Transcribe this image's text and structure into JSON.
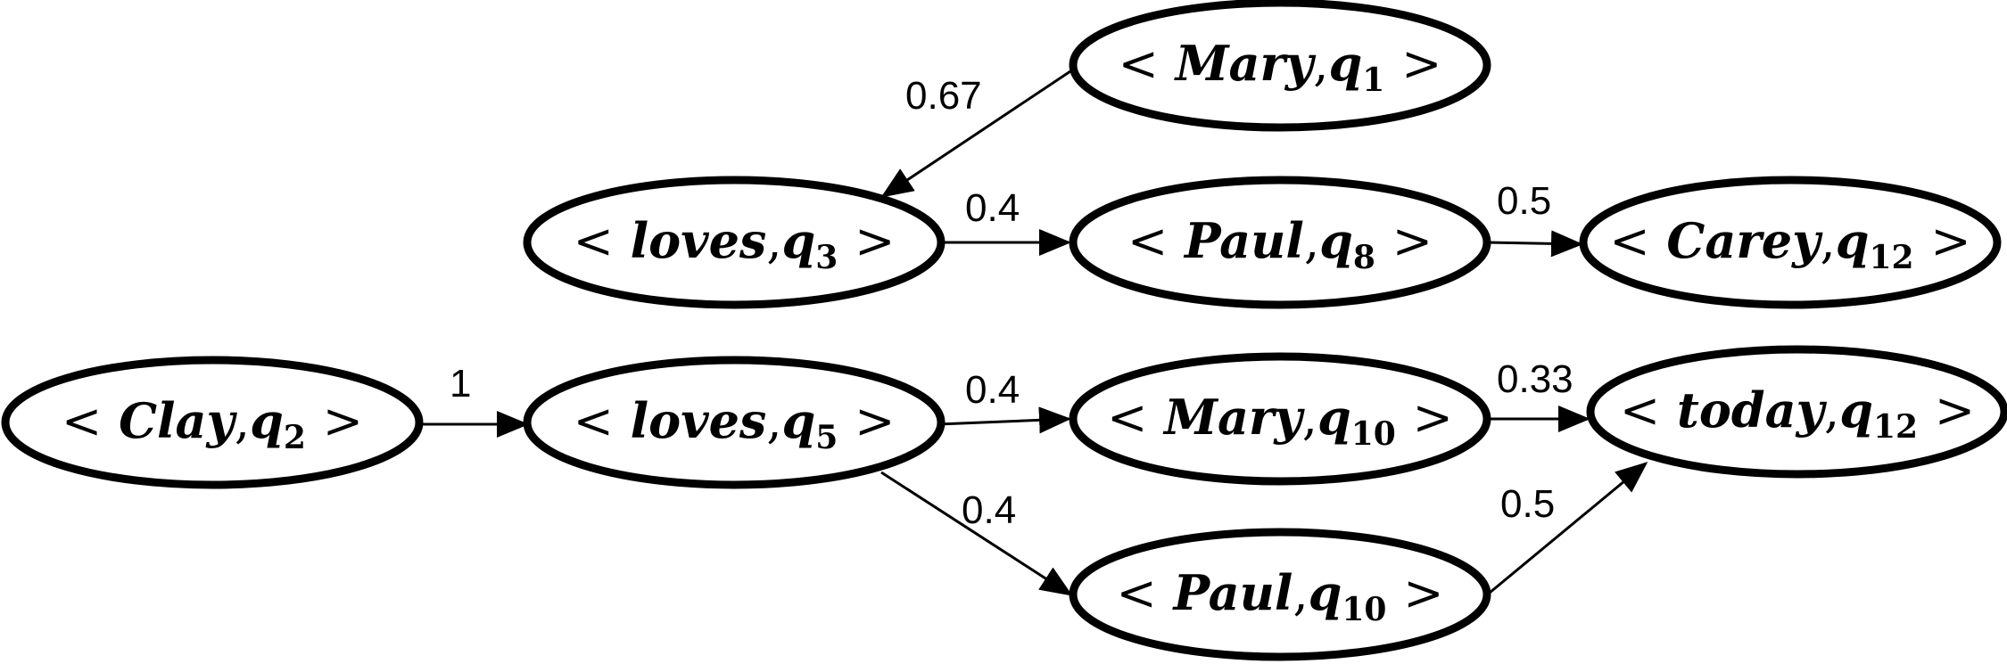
{
  "nodes": {
    "mary_q1": {
      "open": "<",
      "word": "Mary",
      "q": "q",
      "sub": "1",
      "close": ">"
    },
    "loves_q3": {
      "open": "<",
      "word": "loves",
      "q": "q",
      "sub": "3",
      "close": ">"
    },
    "paul_q8": {
      "open": "<",
      "word": "Paul",
      "q": "q",
      "sub": "8",
      "close": ">"
    },
    "carey_q12": {
      "open": "<",
      "word": "Carey",
      "q": "q",
      "sub": "12",
      "close": ">"
    },
    "clay_q2": {
      "open": "<",
      "word": "Clay",
      "q": "q",
      "sub": "2",
      "close": ">"
    },
    "loves_q5": {
      "open": "<",
      "word": "loves",
      "q": "q",
      "sub": "5",
      "close": ">"
    },
    "mary_q10": {
      "open": "<",
      "word": "Mary",
      "q": "q",
      "sub": "10",
      "close": ">"
    },
    "today_q12": {
      "open": "<",
      "word": "today",
      "q": "q",
      "sub": "12",
      "close": ">"
    },
    "paul_q10": {
      "open": "<",
      "word": "Paul",
      "q": "q",
      "sub": "10",
      "close": ">"
    }
  },
  "edges": [
    {
      "from": "mary_q1",
      "to": "loves_q3",
      "weight": "0.67"
    },
    {
      "from": "loves_q3",
      "to": "paul_q8",
      "weight": "0.4"
    },
    {
      "from": "paul_q8",
      "to": "carey_q12",
      "weight": "0.5"
    },
    {
      "from": "clay_q2",
      "to": "loves_q5",
      "weight": "1"
    },
    {
      "from": "loves_q5",
      "to": "mary_q10",
      "weight": "0.4"
    },
    {
      "from": "mary_q10",
      "to": "today_q12",
      "weight": "0.33"
    },
    {
      "from": "loves_q5",
      "to": "paul_q10",
      "weight": "0.4"
    },
    {
      "from": "paul_q10",
      "to": "today_q12",
      "weight": "0.5"
    }
  ]
}
